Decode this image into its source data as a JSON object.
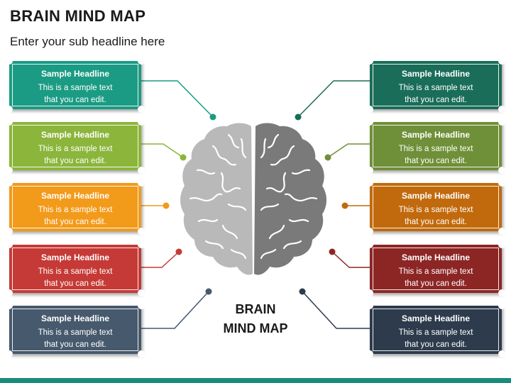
{
  "title": "BRAIN MIND MAP",
  "subtitle": "Enter your sub headline here",
  "center_label": {
    "line1": "BRAIN",
    "line2": "MIND MAP"
  },
  "colors": {
    "teal": "#1b9b84",
    "green": "#8bb53b",
    "orange": "#f29a1a",
    "red": "#c53a36",
    "slate": "#46596d",
    "dark_teal": "#1a6d58",
    "olive": "#6f8f38",
    "dark_orange": "#c16a0d",
    "dark_red": "#8c2625",
    "navy": "#2d3b4c",
    "brain_left": "#b9b9b9",
    "brain_right": "#7a7a7a",
    "accent_bar": "#1a8c7c"
  },
  "left_cards": [
    {
      "headline": "Sample Headline",
      "line1": "This is a sample text",
      "line2": "that you can edit.",
      "color": "#1b9b84"
    },
    {
      "headline": "Sample Headline",
      "line1": "This is a sample text",
      "line2": "that you can edit.",
      "color": "#8bb53b"
    },
    {
      "headline": "Sample Headline",
      "line1": "This is a sample text",
      "line2": "that you can edit.",
      "color": "#f29a1a"
    },
    {
      "headline": "Sample Headline",
      "line1": "This is a sample text",
      "line2": "that you can edit.",
      "color": "#c53a36"
    },
    {
      "headline": "Sample Headline",
      "line1": "This is a sample text",
      "line2": "that you can edit.",
      "color": "#46596d"
    }
  ],
  "right_cards": [
    {
      "headline": "Sample Headline",
      "line1": "This is a sample text",
      "line2": "that you can edit.",
      "color": "#1a6d58"
    },
    {
      "headline": "Sample Headline",
      "line1": "This is a sample text",
      "line2": "that you can edit.",
      "color": "#6f8f38"
    },
    {
      "headline": "Sample Headline",
      "line1": "This is a sample text",
      "line2": "that you can edit.",
      "color": "#c16a0d"
    },
    {
      "headline": "Sample Headline",
      "line1": "This is a sample text",
      "line2": "that you can edit.",
      "color": "#8c2625"
    },
    {
      "headline": "Sample Headline",
      "line1": "This is a sample text",
      "line2": "that you can edit.",
      "color": "#2d3b4c"
    }
  ]
}
